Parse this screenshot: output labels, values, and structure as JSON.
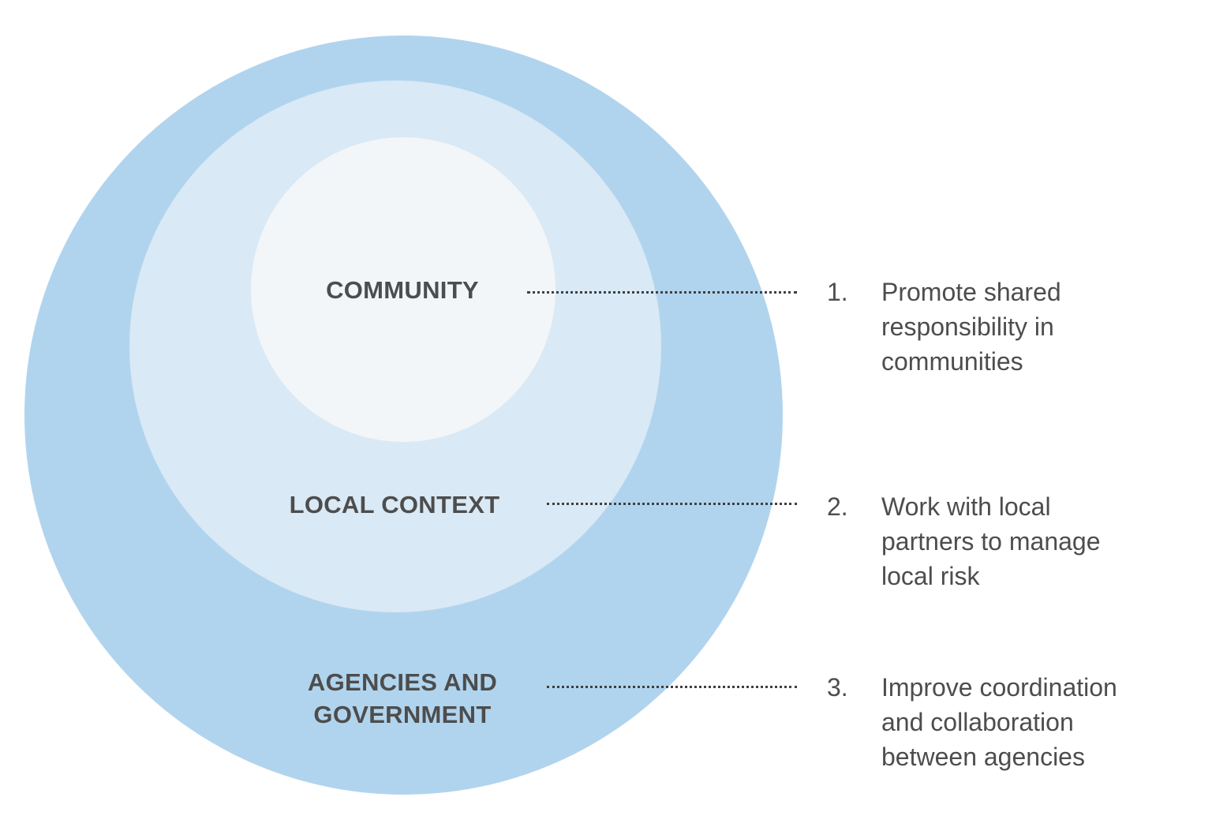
{
  "colors": {
    "outer_ring": "#b1d4ee",
    "middle_ring": "#d9e9f5",
    "inner_ring": "#f2f6f9",
    "label_text": "#4d4d4d",
    "leader_line": "#3f3f3f"
  },
  "rings": {
    "community": "COMMUNITY",
    "local_context": "LOCAL CONTEXT",
    "agencies": "AGENCIES AND\nGOVERNMENT"
  },
  "items": [
    {
      "number": "1.",
      "text": "Promote shared\nresponsibility in\ncommunities"
    },
    {
      "number": "2.",
      "text": "Work with local\npartners to manage\nlocal risk"
    },
    {
      "number": "3.",
      "text": "Improve coordination\nand collaboration\nbetween agencies"
    }
  ]
}
